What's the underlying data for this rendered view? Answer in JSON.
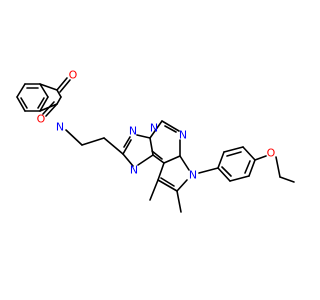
{
  "atoms": {
    "o_carbonyl_top": "O",
    "o_carbonyl_bottom": "O",
    "n_imide": "N",
    "n_triazole_1": "N",
    "n_triazole_2": "N",
    "n_triazole_3": "N",
    "n_pyrimidine": "N",
    "n_pyrrole": "N",
    "o_ether": "O"
  },
  "colors": {
    "bond": "#000000",
    "nitrogen": "#0000ff",
    "oxygen": "#ff0000",
    "background": "#ffffff"
  }
}
